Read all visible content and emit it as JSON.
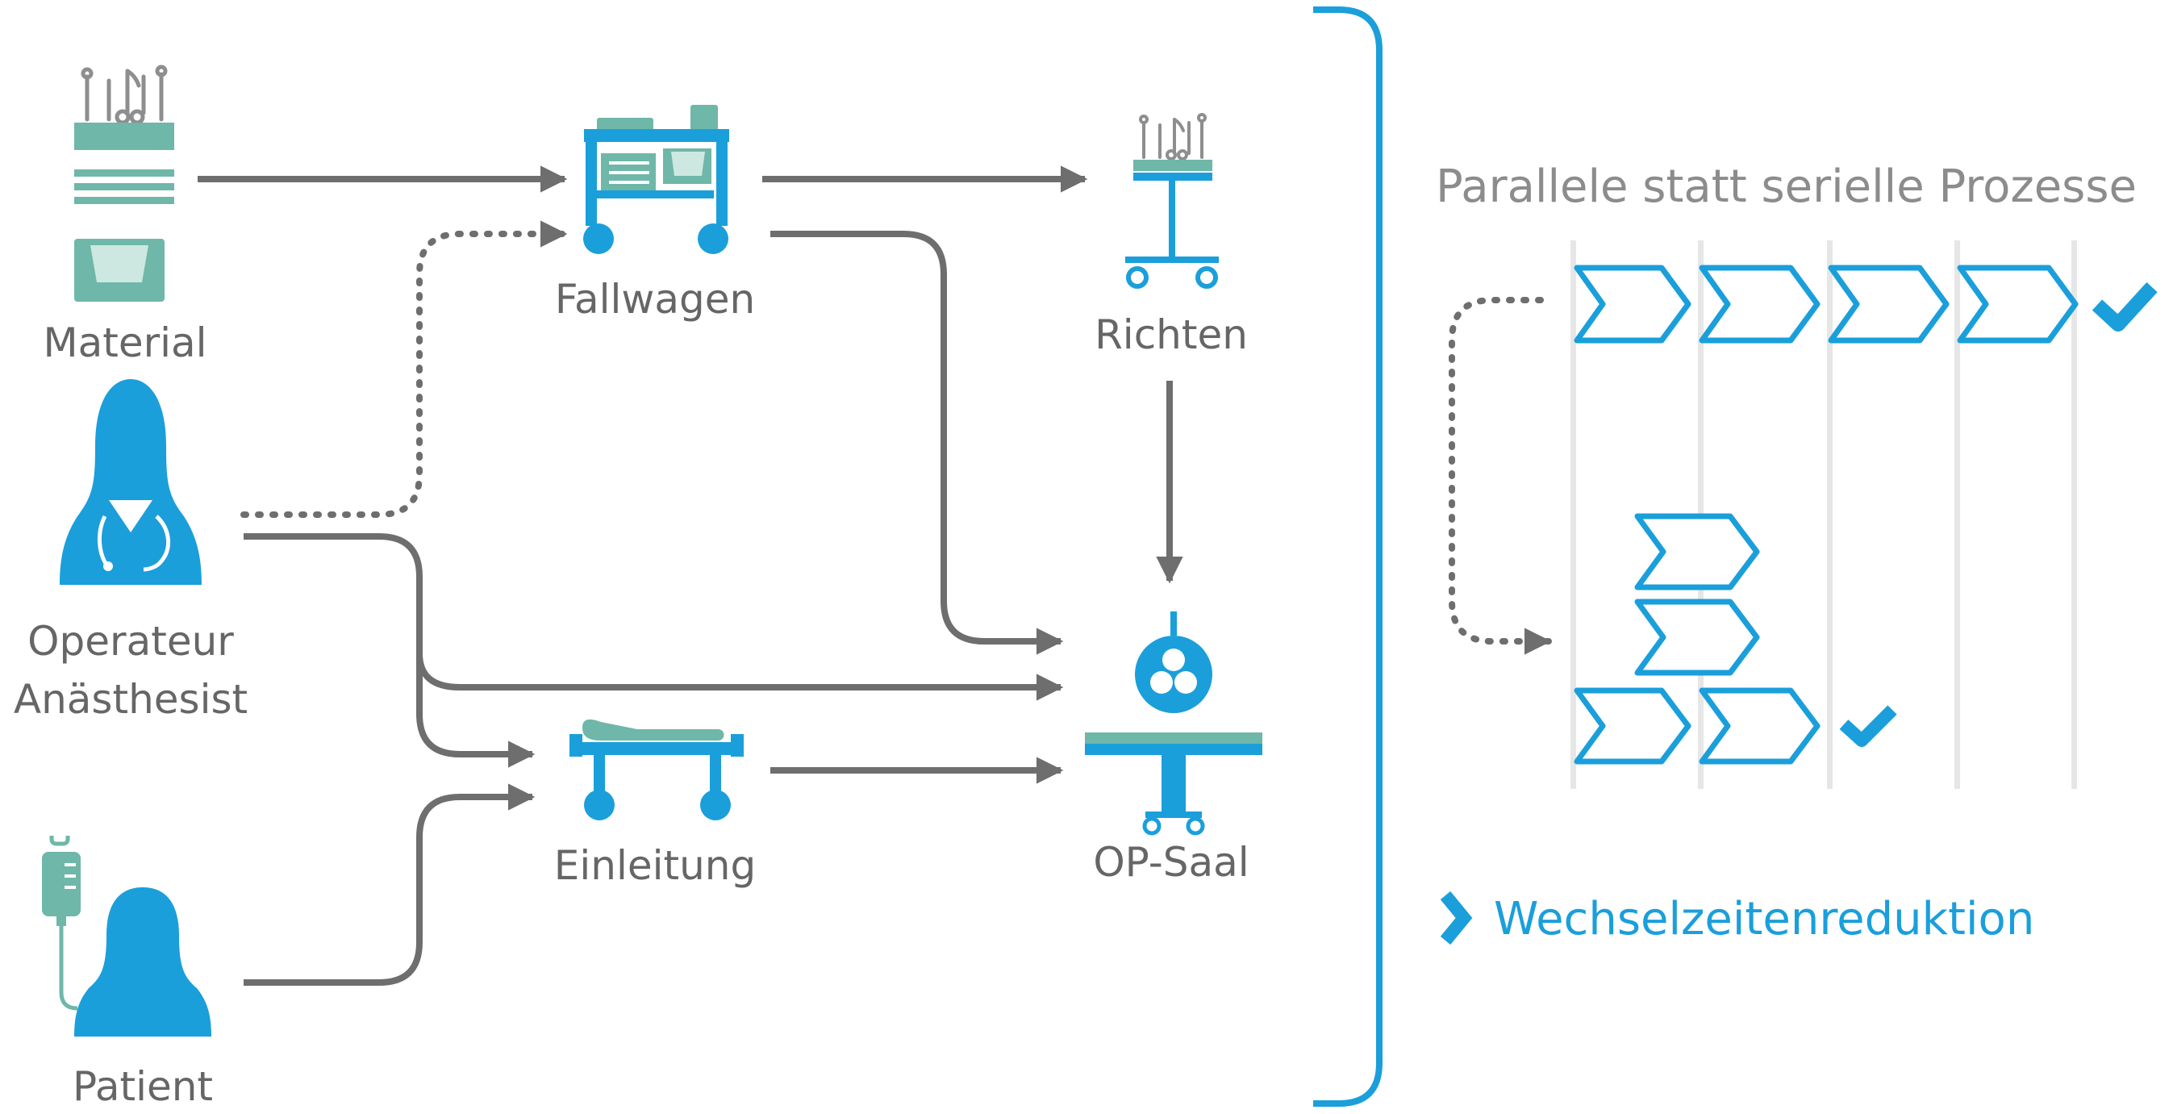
{
  "colors": {
    "blue": "#1a9fdb",
    "teal": "#6fb7a8",
    "teal_light": "#cde8e1",
    "gray": "#6e6e6e",
    "gray_label": "#666666",
    "gray_heading": "#8c8c8c",
    "lane": "#e6e6e6"
  },
  "nodes": {
    "material": "Material",
    "operateur_line1": "Operateur",
    "operateur_line2": "Anästhesist",
    "patient": "Patient",
    "fallwagen": "Fallwagen",
    "einleitung": "Einleitung",
    "richten": "Richten",
    "op_saal": "OP-Saal"
  },
  "panel": {
    "heading": "Parallele statt serielle Prozesse",
    "result": "Wechselzeitenreduktion"
  },
  "icons": {
    "material": "surgical-instruments-tray-icon",
    "operateur": "doctor-with-stethoscope-icon",
    "patient": "patient-with-iv-drip-icon",
    "fallwagen": "case-cart-icon",
    "einleitung": "stretcher-icon",
    "richten": "instrument-table-icon",
    "op_saal": "operating-table-with-lamp-icon",
    "check": "checkmark-icon",
    "bullet": "chevron-right-icon"
  }
}
